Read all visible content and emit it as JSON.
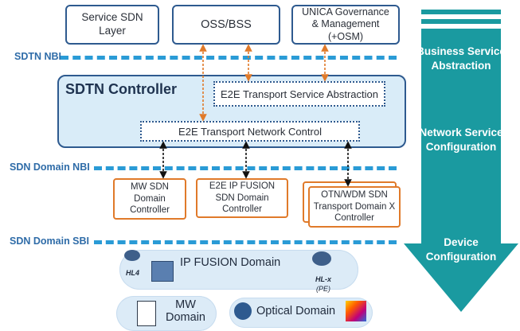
{
  "top_boxes": {
    "service_sdn": "Service SDN Layer",
    "oss_bss": "OSS/BSS",
    "unica": "UNICA Governance & Management (+OSM)"
  },
  "interfaces": {
    "sdtn_nbi": "SDTN NBI",
    "sdn_domain_nbi": "SDN Domain NBI",
    "sdn_domain_sbi": "SDN Domain SBI"
  },
  "controller": {
    "title": "SDTN Controller",
    "abstraction": "E2E Transport Service Abstraction",
    "network_control": "E2E Transport Network Control"
  },
  "domain_controllers": {
    "mw": "MW SDN Domain Controller",
    "ipfusion": "E2E IP FUSION SDN Domain Controller",
    "otn": "OTN/WDM SDN Transport Domain X Controller"
  },
  "domains": {
    "ipfusion": "IP FUSION Domain",
    "mw": "MW Domain",
    "optical": "Optical Domain",
    "hl4": "HL4",
    "hlx": "HL-x",
    "pe": "(PE)"
  },
  "side_arrow": {
    "business": "Business Service Abstraction",
    "network": "Network Service Configuration",
    "device": "Device Configuration"
  },
  "colors": {
    "navy": "#2e5a8f",
    "dash_blue": "#2a9bd6",
    "orange": "#e07a2a",
    "teal": "#1a9aa0",
    "controller_fill": "#d9ecf8"
  }
}
